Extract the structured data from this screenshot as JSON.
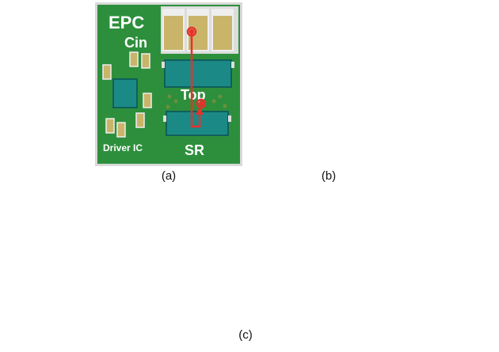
{
  "panels": {
    "a": {
      "caption": "(a)",
      "labels": {
        "brand": "EPC",
        "cin": "Cin",
        "top": "Top",
        "sr": "SR",
        "driver": "Driver IC"
      }
    },
    "b": {
      "caption": "(b)"
    },
    "c": {
      "caption": "(c)"
    }
  },
  "colors": {
    "pcb_green": "#2d8f3c",
    "pcb_dark_green": "#1f6e2d",
    "fet_teal": "#1b8a86",
    "cap_tan": "#c9b46a",
    "copper_layer": "#8b6a1c",
    "current_path_red": "#e8302d"
  }
}
